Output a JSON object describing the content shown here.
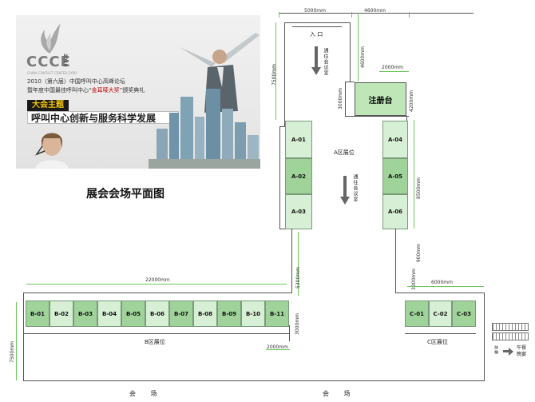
{
  "banner": {
    "logo_text": "CCCE",
    "logo_year": "2010",
    "logo_sub": "CHINA CONTACT CENTER EXPO",
    "line1": "2010（第六届）中国呼叫中心高峰论坛",
    "line2_prefix": "暨年度中国最佳呼叫中心“",
    "line2_highlight": "金耳唛大奖",
    "line2_suffix": "”颁奖典礼",
    "theme_label": "大会主题",
    "theme_text": "呼叫中心创新与服务科学发展"
  },
  "plan_title": "展会会场平面图",
  "entrance": "入 口",
  "registration": "注册台",
  "zones": {
    "a": "A区展位",
    "b": "B区展位",
    "c": "C区展位"
  },
  "passage_text": "通往会议室",
  "hall_text": "会 场",
  "dinner": {
    "label_left": "扶梯",
    "label_right": "午餐晚宴"
  },
  "booths_a_left": [
    "A-01",
    "A-02",
    "A-03"
  ],
  "booths_a_right": [
    "A-04",
    "A-05",
    "A-06"
  ],
  "booths_b": [
    "B-01",
    "B-02",
    "B-03",
    "B-04",
    "B-05",
    "B-06",
    "B-07",
    "B-08",
    "B-09",
    "B-10",
    "B-11"
  ],
  "booths_c": [
    "C-01",
    "C-02",
    "C-03"
  ],
  "dimensions": {
    "top_width": "5000mm",
    "top_right": "4600mm",
    "entrance_depth": "7500mm",
    "reg_offset": "4600mm",
    "reg_width": "2000mm",
    "reg_depth": "3000mm",
    "reg_right": "4200mm",
    "a_right": "8500mm",
    "a_lower": "900mm",
    "corridor": "5300mm",
    "c_corridor": "3300mm",
    "b_width": "22000mm",
    "b_depth": "7500mm",
    "b_booth": "3000mm",
    "b_gap": "2000mm",
    "c_width": "6000mm"
  }
}
